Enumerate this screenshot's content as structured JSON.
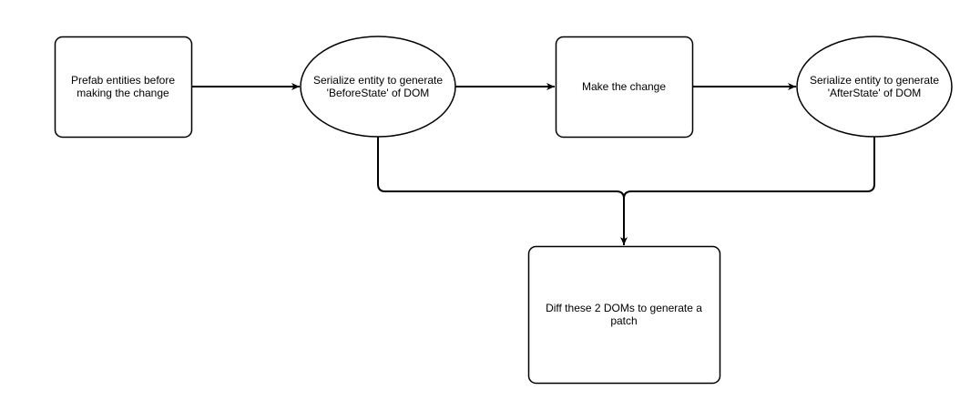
{
  "nodes": {
    "prefab": {
      "label": "Prefab entities before making the change"
    },
    "serialize_before": {
      "label": "Serialize entity to generate 'BeforeState' of DOM"
    },
    "make_change": {
      "label": "Make the change"
    },
    "serialize_after": {
      "label": "Serialize entity to generate 'AfterState' of DOM"
    },
    "diff": {
      "label": "Diff these 2 DOMs to generate a patch"
    }
  },
  "colors": {
    "stroke": "#000000",
    "fill": "#ffffff"
  }
}
